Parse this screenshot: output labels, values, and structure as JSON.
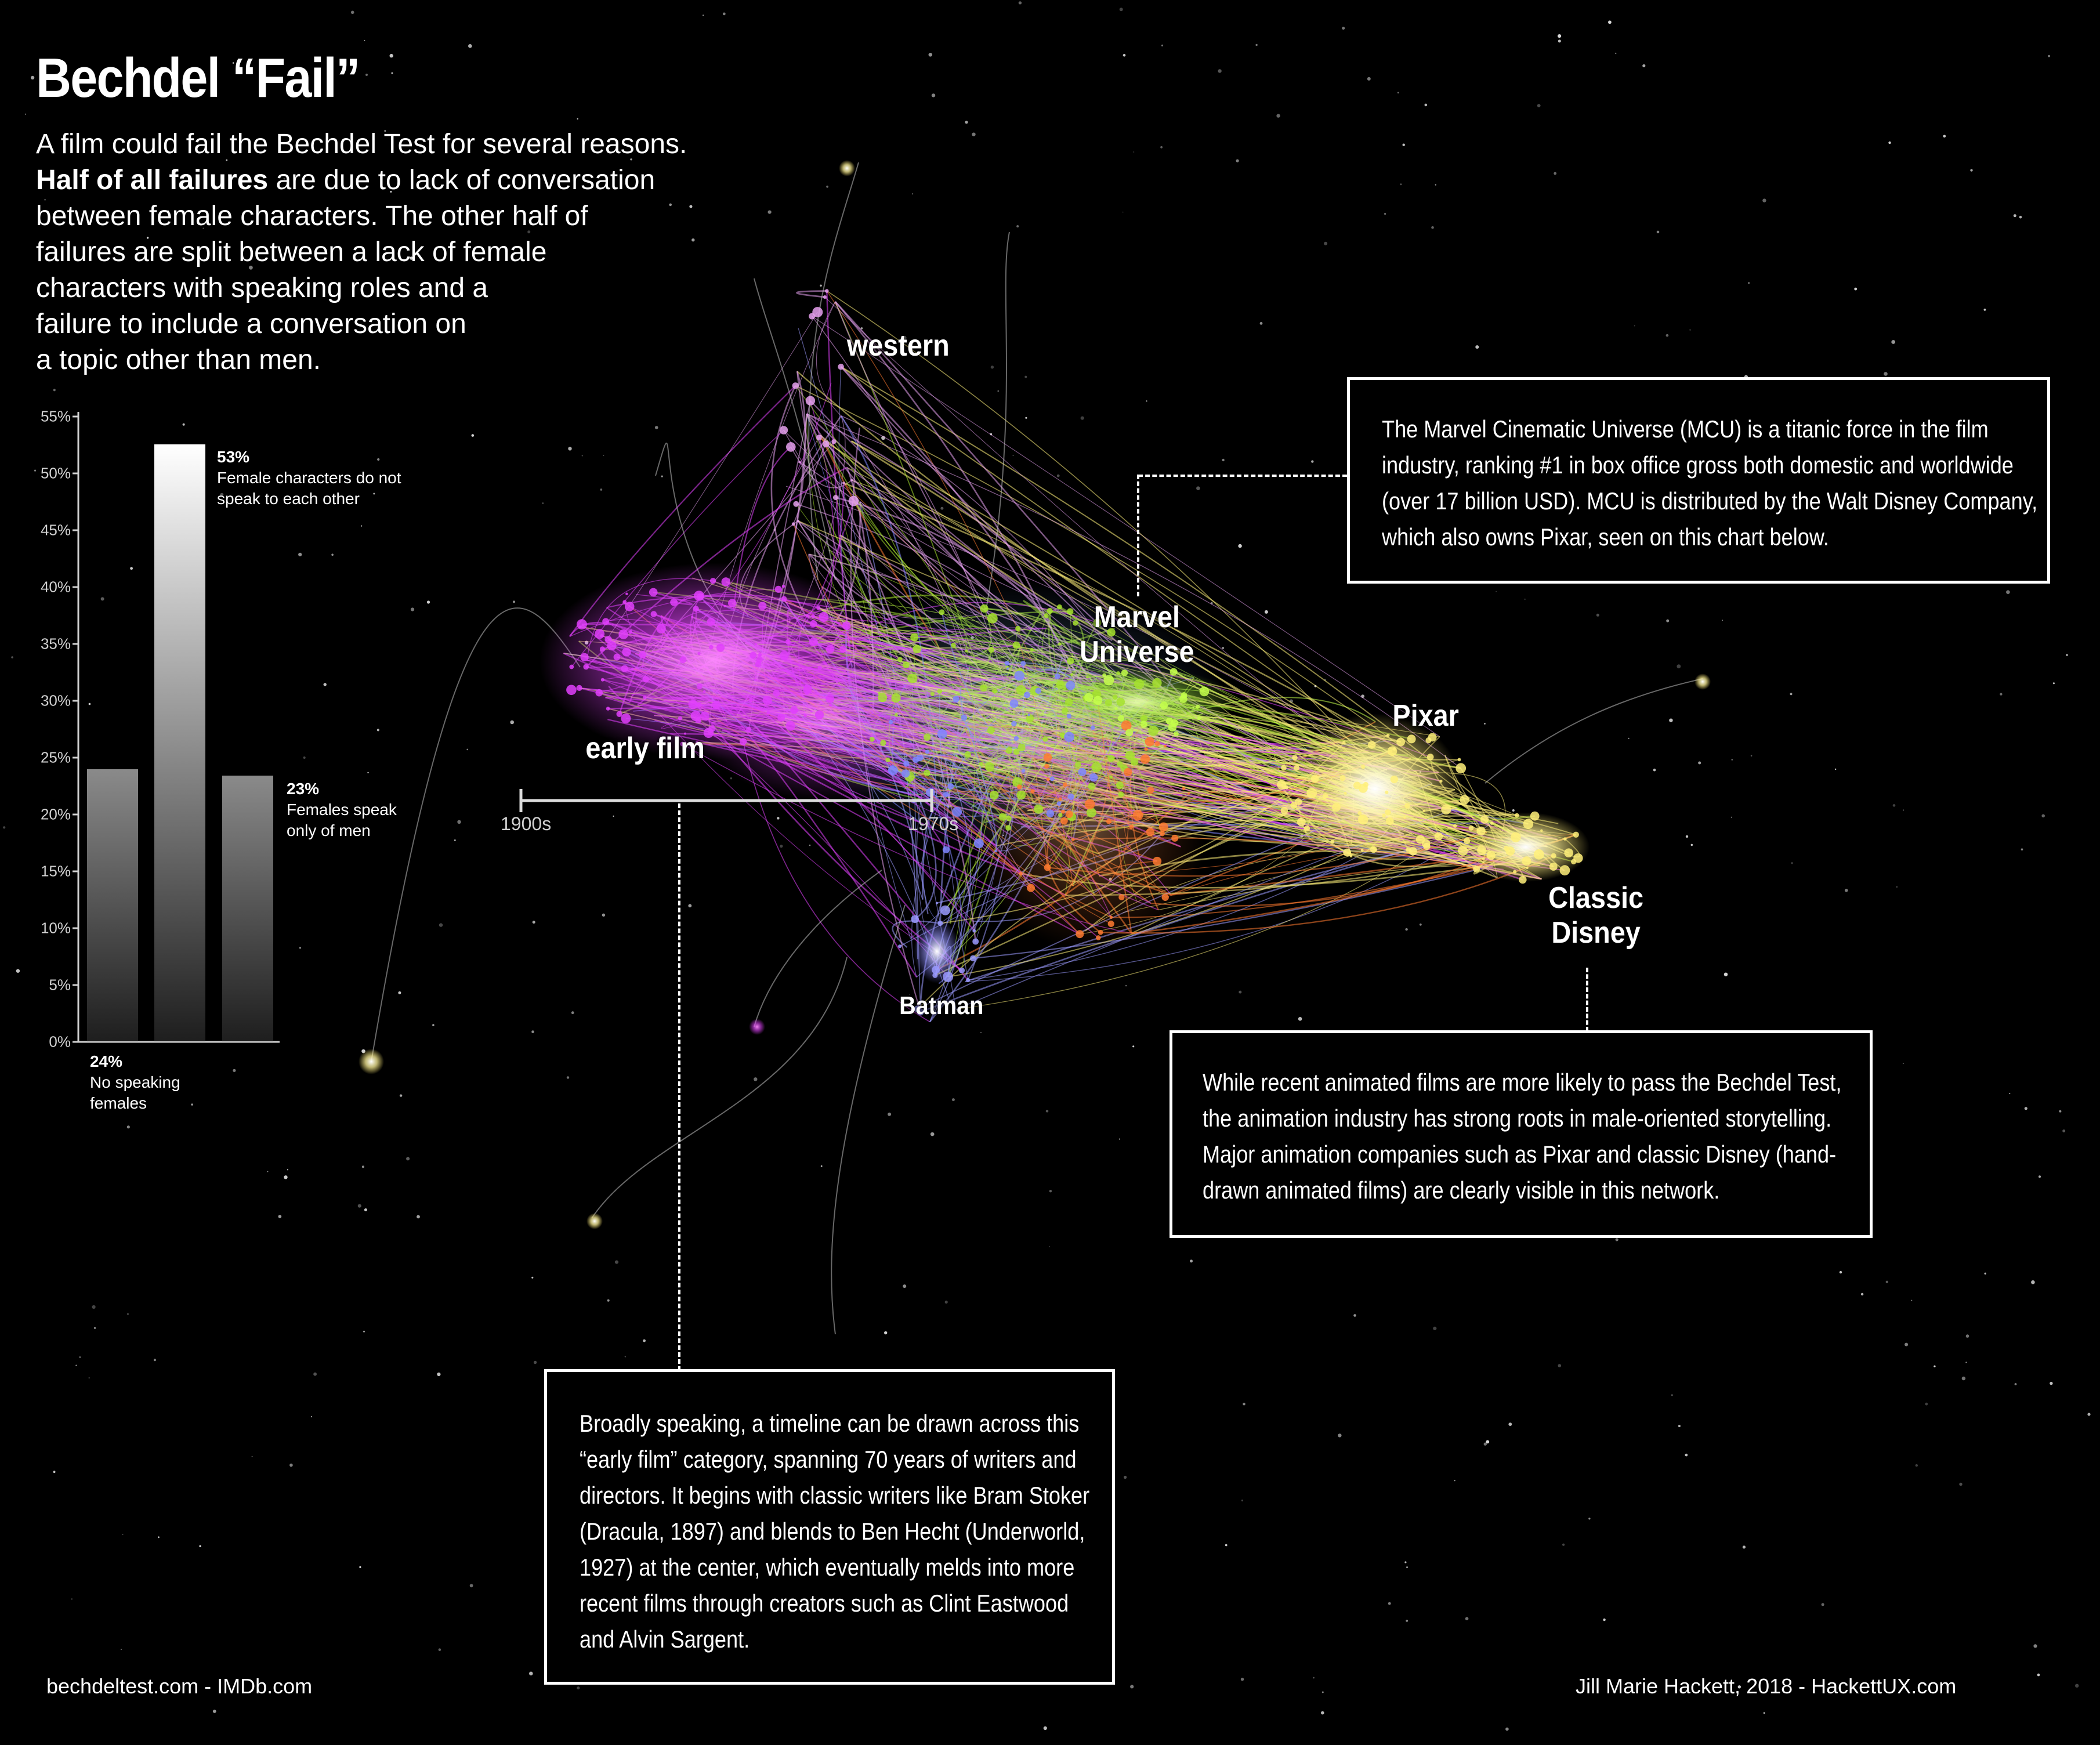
{
  "header": {
    "title": "Bechdel “Fail”",
    "intro_bold": "Half of all failures",
    "intro_line1": "A film could fail the Bechdel Test for several reasons.",
    "intro_rest_line2": " are due to lack of conversation",
    "intro_line3": "between female characters. The other half of",
    "intro_line4": "failures are split between a lack of female",
    "intro_line5": "characters with speaking roles and a",
    "intro_line6": "failure to include a conversation on",
    "intro_line7": "a topic other than men."
  },
  "chart_data": [
    {
      "type": "bar",
      "title": "Bechdel Test failure reasons",
      "categories": [
        "No speaking females",
        "Female characters do not speak to each other",
        "Females speak only of men"
      ],
      "values": [
        24,
        53,
        23
      ],
      "value_labels": [
        "24%",
        "53%",
        "23%"
      ],
      "ylabel": "",
      "xlabel": "",
      "ylim": [
        0,
        55
      ],
      "yticks": [
        "0%",
        "5%",
        "10%",
        "15%",
        "20%",
        "25%",
        "30%",
        "35%",
        "40%",
        "45%",
        "50%",
        "55%"
      ],
      "grid": false,
      "legend": "none"
    },
    {
      "type": "network",
      "title": "Film writer/director network (Bechdel fail films)",
      "clusters": [
        {
          "label": "western",
          "color": "#e9a6f0"
        },
        {
          "label": "early film",
          "color": "#e040fb"
        },
        {
          "label": "Marvel Universe",
          "color": "#b6ff3a"
        },
        {
          "label": "Pixar",
          "color": "#fff59a"
        },
        {
          "label": "Classic Disney",
          "color": "#fff7b0"
        },
        {
          "label": "Batman",
          "color": "#a8a8ff"
        }
      ],
      "timeline": {
        "start_label": "1900s",
        "end_label": "1970s"
      }
    }
  ],
  "bar_chart": {
    "yticks": [
      "55%",
      "50%",
      "45%",
      "40%",
      "35%",
      "30%",
      "25%",
      "20%",
      "15%",
      "10%",
      "5%",
      "0%"
    ],
    "bars": [
      {
        "pct": "24%",
        "line1": "No speaking",
        "line2": "females"
      },
      {
        "pct": "53%",
        "line1": "Female characters do not",
        "line2": "speak to each other"
      },
      {
        "pct": "23%",
        "line1": "Females speak",
        "line2": "only of men"
      }
    ]
  },
  "network": {
    "labels": {
      "western": "western",
      "early_film": "early film",
      "marvel_1": "Marvel",
      "marvel_2": "Universe",
      "pixar": "Pixar",
      "disney_1": "Classic",
      "disney_2": "Disney",
      "batman": "Batman"
    },
    "timeline": {
      "start": "1900s",
      "end": "1970s"
    }
  },
  "notes": {
    "mcu": [
      "The Marvel Cinematic Universe (MCU) is a titanic force in the film",
      "industry, ranking #1 in box office gross both domestic and worldwide",
      "(over 17 billion USD). MCU is distributed by the Walt Disney Company,",
      "which also owns Pixar, seen on this chart below."
    ],
    "animation": [
      "While recent animated films are more likely to pass the Bechdel Test,",
      "the animation industry has strong roots in male-oriented storytelling.",
      "Major animation companies such as Pixar and classic Disney (hand-",
      "drawn animated films) are clearly visible in this network."
    ],
    "early_film": [
      "Broadly speaking, a timeline can be drawn across this",
      "“early film” category, spanning 70 years of writers and",
      "directors. It begins with classic writers like Bram Stoker",
      "(Dracula, 1897) and blends to Ben Hecht (Underworld,",
      "1927) at the center, which eventually melds into more",
      "recent films through creators such as Clint Eastwood",
      "and Alvin Sargent."
    ]
  },
  "footer": {
    "sources": "bechdeltest.com - IMDb.com",
    "credit": "Jill Marie Hackett, 2018 - HackettUX.com"
  }
}
